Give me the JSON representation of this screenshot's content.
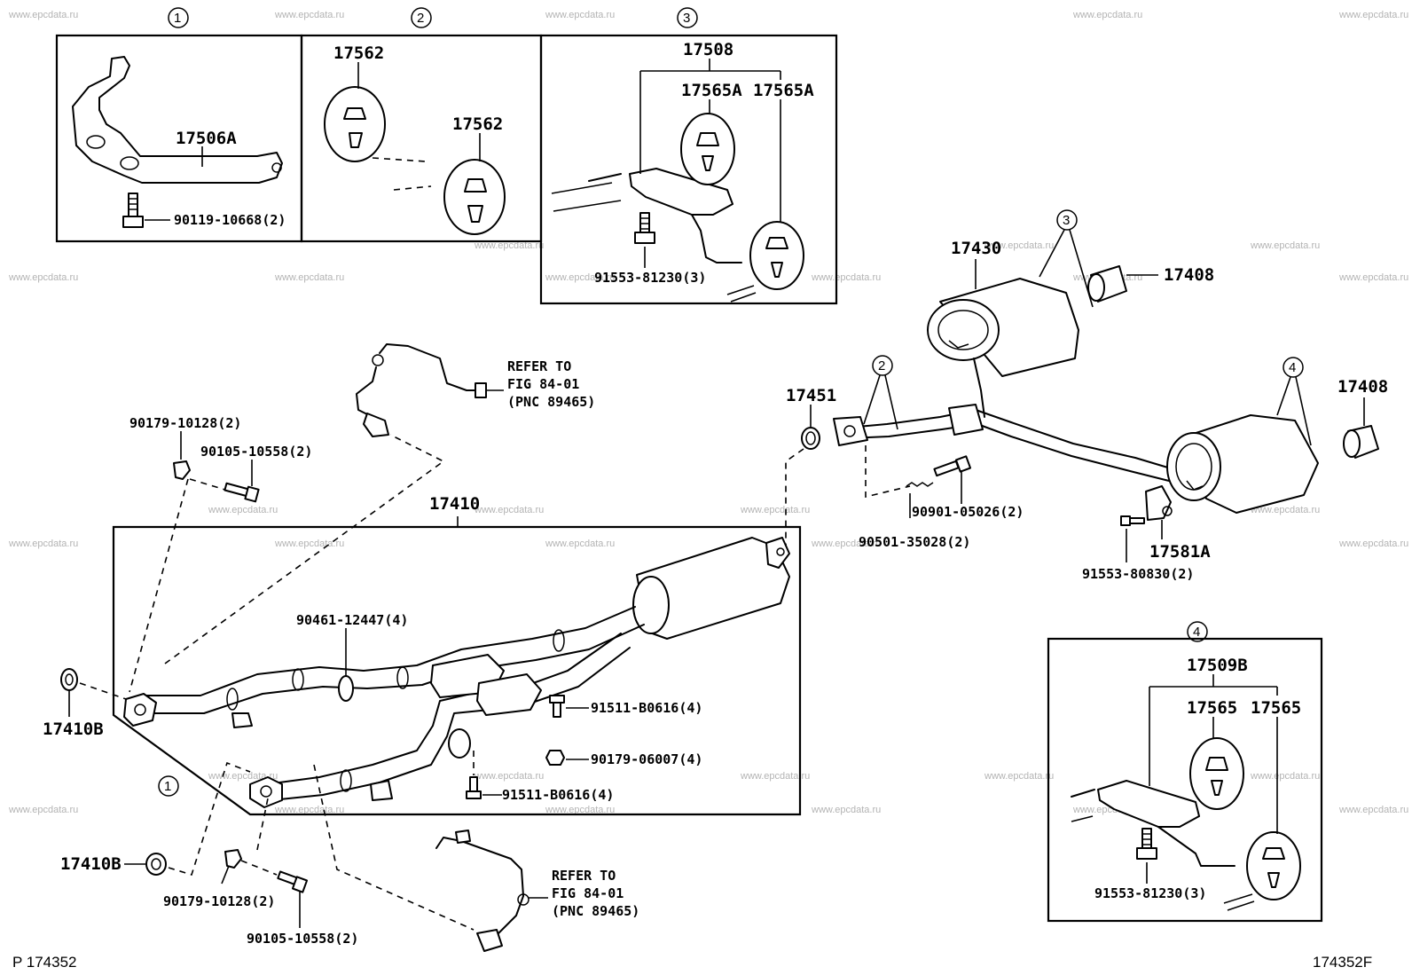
{
  "callouts": {
    "c1_top": "1",
    "c2_top": "2",
    "c3_top": "3",
    "c3_rear": "3",
    "c2_rear": "2",
    "c4_rear": "4",
    "c4_box": "4",
    "c1_front": "1"
  },
  "inset1": {
    "bracket": "17506A",
    "bolt": "90119-10668(2)"
  },
  "inset2": {
    "hanger_a": "17562",
    "hanger_b": "17562"
  },
  "inset3": {
    "bracket": "17508",
    "hanger_a": "17565A",
    "hanger_b": "17565A",
    "bolt": "91553-81230(3)"
  },
  "inset4": {
    "bracket": "17509B",
    "hanger_a": "17565",
    "hanger_b": "17565",
    "bolt": "91553-81230(3)"
  },
  "refer_upper": {
    "line1": "REFER TO",
    "line2": "FIG 84-01",
    "line3": "(PNC 89465)"
  },
  "refer_lower": {
    "line1": "REFER TO",
    "line2": "FIG 84-01",
    "line3": "(PNC 89465)"
  },
  "front": {
    "assembly": "17410",
    "gasket_upper": "17410B",
    "gasket_lower": "17410B",
    "nut_upper": "90179-10128(2)",
    "bolt_upper": "90105-10558(2)",
    "nut_lower": "90179-10128(2)",
    "bolt_lower": "90105-10558(2)",
    "clamp": "90461-12447(4)",
    "bolt_mid": "91511-B0616(4)",
    "nut_mid": "90179-06007(4)",
    "bolt_low": "91511-B0616(4)"
  },
  "rear": {
    "muffler": "17430",
    "tip_upper": "17408",
    "tip_lower": "17408",
    "gasket": "17451",
    "bolt": "90901-05026(2)",
    "spring": "90501-35028(2)",
    "bracket": "17581A",
    "bracket_bolt": "91553-80830(2)"
  },
  "footer": {
    "left": "P 174352",
    "right": "174352F"
  },
  "watermark": "www.epcdata.ru"
}
